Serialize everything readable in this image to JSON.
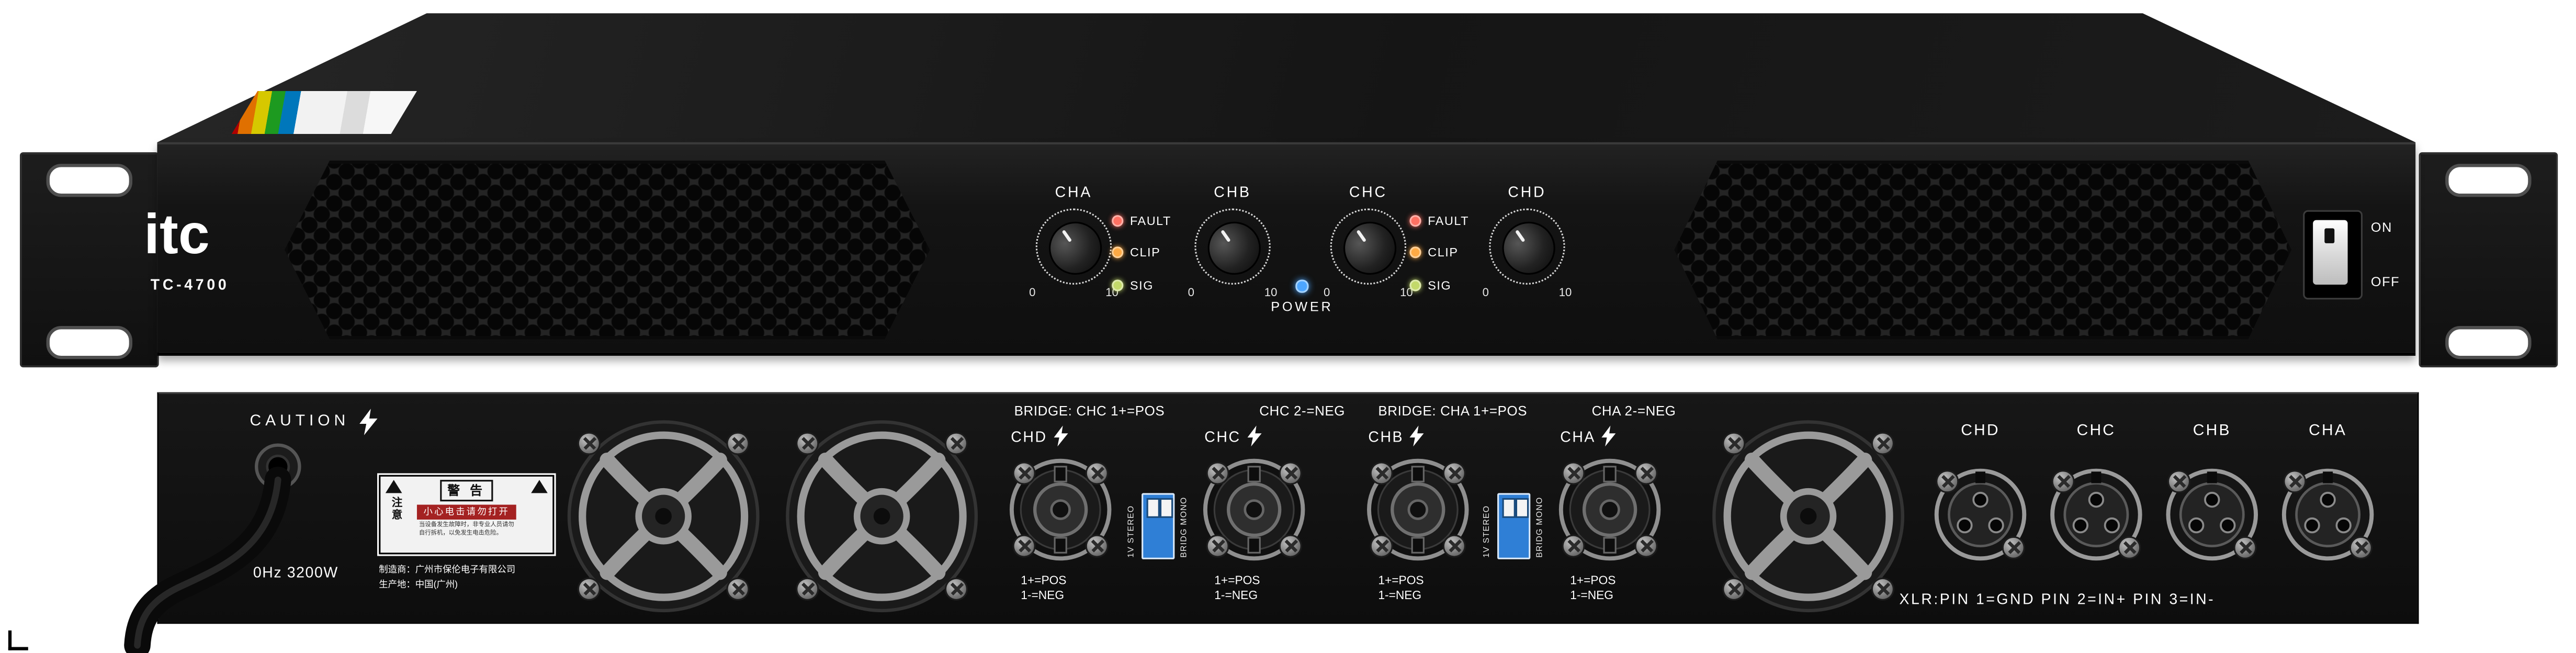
{
  "product": {
    "brand": "itc",
    "model": "TC-4700"
  },
  "front": {
    "channels": [
      {
        "label": "CHA"
      },
      {
        "label": "CHB"
      },
      {
        "label": "CHC"
      },
      {
        "label": "CHD"
      }
    ],
    "knob_scale": {
      "min": "0",
      "max": "10"
    },
    "leds": [
      {
        "label": "FAULT"
      },
      {
        "label": "CLIP"
      },
      {
        "label": "SIG"
      }
    ],
    "power": {
      "label": "POWER"
    },
    "switch": {
      "on": "ON",
      "off": "OFF"
    }
  },
  "rear": {
    "caution": "CAUTION",
    "power_rating": "0Hz 3200W",
    "warning_label": {
      "title": "警 告",
      "subtitle": "小心电击请勿打开",
      "side": "注意",
      "line1": "当设备发生故障时，非专业人员请勿",
      "line2": "自行拆机，以免发生电击危险。",
      "manufacturer": "制造商：广州市保伦电子有限公司",
      "origin": "生产地：中国(广州)"
    },
    "bridge_left": {
      "a": "BRIDGE: CHC 1+=POS",
      "b": "CHC 2-=NEG"
    },
    "bridge_right": {
      "a": "BRIDGE: CHA 1+=POS",
      "b": "CHA 2-=NEG"
    },
    "speakons": [
      {
        "label": "CHD",
        "pos": "1+=POS",
        "neg": "1-=NEG"
      },
      {
        "label": "CHC",
        "pos": "1+=POS",
        "neg": "1-=NEG"
      },
      {
        "label": "CHB",
        "pos": "1+=POS",
        "neg": "1-=NEG"
      },
      {
        "label": "CHA",
        "pos": "1+=POS",
        "neg": "1-=NEG"
      }
    ],
    "dip": {
      "line1": "1V STEREO",
      "line2": "BRIDG MONO"
    },
    "xlr": {
      "channels": [
        {
          "label": "CHD"
        },
        {
          "label": "CHC"
        },
        {
          "label": "CHB"
        },
        {
          "label": "CHA"
        }
      ],
      "note": "XLR:PIN 1=GND PIN 2=IN+ PIN 3=IN-"
    }
  },
  "colors": {
    "chassis": "#141414",
    "led_fault": "#ff7163",
    "led_clip": "#ffaa44",
    "led_signal": "#c3d96a",
    "led_power": "#4da6ff",
    "dip_switch": "#2f7fd6"
  }
}
